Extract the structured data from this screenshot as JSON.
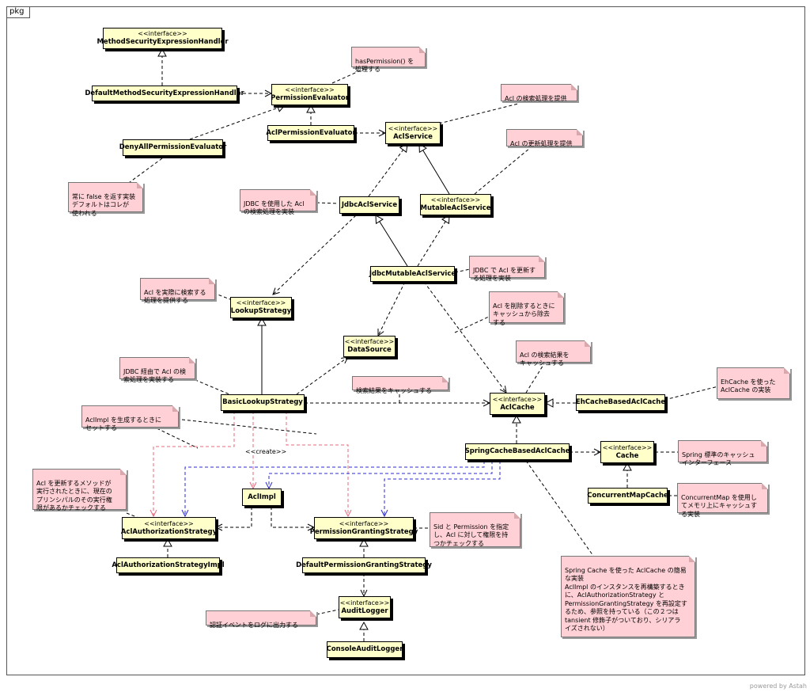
{
  "package": {
    "label": "pkg"
  },
  "stereotype_interface": "<<interface>>",
  "classes": {
    "method_security_expression_handler": "MethodSecurityExpressionHandler",
    "default_method_security_expression_handler": "DefaultMethodSecurityExpressionHandler",
    "permission_evaluator": "PermissionEvaluator",
    "deny_all_permission_evaluator": "DenyAllPermissionEvaluator",
    "acl_permission_evaluator": "AclPermissionEvaluator",
    "acl_service": "AclService",
    "jdbc_acl_service": "JdbcAclService",
    "mutable_acl_service": "MutableAclService",
    "jdbc_mutable_acl_service": "JdbcMutableAclService",
    "lookup_strategy": "LookupStrategy",
    "data_source": "DataSource",
    "basic_lookup_strategy": "BasicLookupStrategy",
    "acl_cache": "AclCache",
    "eh_cache_based_acl_cache": "EhCacheBasedAclCache",
    "spring_cache_based_acl_cache": "SpringCacheBasedAclCache",
    "cache": "Cache",
    "concurrent_map_cache": "ConcurrentMapCache",
    "acl_impl": "AclImpl",
    "acl_authorization_strategy": "AclAuthorizationStrategy",
    "acl_authorization_strategy_impl": "AclAuthorizationStrategyImpl",
    "permission_granting_strategy": "PermissionGrantingStrategy",
    "default_permission_granting_strategy": "DefaultPermissionGrantingStrategy",
    "audit_logger": "AuditLogger",
    "console_audit_logger": "ConsoleAuditLogger"
  },
  "notes": {
    "has_permission": "hasPermission() を\n処理する",
    "acl_search": "Acl の検索処理を提供",
    "acl_update": "Acl の更新処理を提供",
    "deny_all": "常に false を返す実装\nデフォルトはコレが\n使われる",
    "jdbc_search": "JDBC を使用した Acl\nの検索処理を実装",
    "jdbc_update": "JDBC で Acl を更新す\nる処理を実装",
    "lookup_actual": "Acl を実際に検索する\n処理を提供する",
    "remove_cache": "Acl を削除するときに\nキャッシュから除去\nする",
    "search_result_cache": "Acl の検索結果を\nキャッシュする",
    "jdbc_via": "JDBC 経由で Acl の検\n索処理を実装する",
    "cache_results": "検索結果をキャッシュする",
    "ehcache": "EhCache を使った\nAclCache の実装",
    "aclimpl_set": "AclImpl を生成するときに\nセットする",
    "spring_cache_std": "Spring 標準のキャッシュ\nインターフェース",
    "check_auth": "Acl を更新するメソッドが\n実行されたときに、現在の\nプリンシパルのその実行権\n限があるかチェックする",
    "concurrent_map": "ConcurrentMap を使用し\nてメモリ上にキャッシュす\nる実装",
    "sid_permission": "Sid と Permission を指定\nし、Acl に対して権限を持\nつかチェックする",
    "spring_cache_impl": "Spring Cache を使った AclCache の簡易\nな実装\nAclImpl のインスタンスを再構築するとき\nに、AclAuthorizationStrategy と\nPermissionGrantingStrategy を再設定す\nるため、参照を持っている（この２つは\ntansient 修飾子がついており、シリアラ\nイズされない）",
    "audit_log": "認証イベントをログに出力する"
  },
  "edge_labels": {
    "create": "<<create>>"
  },
  "watermark": "powered by Astah",
  "colors": {
    "class_fill": "#ffffc9",
    "note_fill": "#ffd1d6",
    "pink_arrow": "#e8687a",
    "blue_arrow": "#2b2bd6"
  }
}
